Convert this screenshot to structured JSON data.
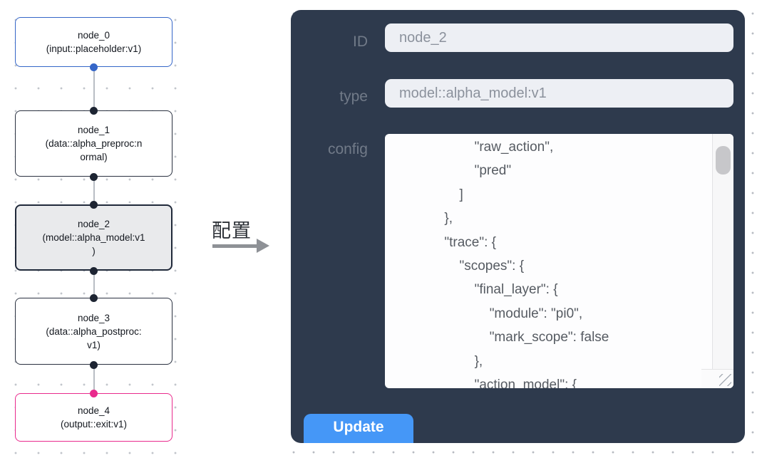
{
  "canvas": {
    "nodes": [
      {
        "title": "node_0",
        "lines": [
          "(input::placeholder:v1)"
        ],
        "kind": "input",
        "border_color": "#3566c8"
      },
      {
        "title": "node_1",
        "lines": [
          "(data::alpha_preproc:n",
          "ormal)"
        ],
        "kind": "data",
        "border_color": "#2a3140"
      },
      {
        "title": "node_2",
        "lines": [
          "(model::alpha_model:v1",
          ")"
        ],
        "kind": "model",
        "selected": true,
        "border_color": "#20293a",
        "bg_color": "#e9eaec"
      },
      {
        "title": "node_3",
        "lines": [
          "(data::alpha_postproc:",
          "v1)"
        ],
        "kind": "data",
        "border_color": "#2a3140"
      },
      {
        "title": "node_4",
        "lines": [
          "(output::exit:v1)"
        ],
        "kind": "output",
        "border_color": "#e92a8d"
      }
    ],
    "port_colors": {
      "default": "#1d2432",
      "input": "#3566c8",
      "output": "#e92a8d"
    }
  },
  "transfer": {
    "label": "配置"
  },
  "panel": {
    "bg_color": "#2e3a4d",
    "accent_color": "#4597f7",
    "fields": {
      "id": {
        "label": "ID",
        "value": "node_2"
      },
      "type": {
        "label": "type",
        "value": "model::alpha_model:v1"
      },
      "config": {
        "label": "config"
      }
    },
    "config_text": "                    \"raw_action\",\n                    \"pred\"\n                ]\n            },\n            \"trace\": {\n                \"scopes\": {\n                    \"final_layer\": {\n                        \"module\": \"pi0\",\n                        \"mark_scope\": false\n                    },\n                    \"action_model\": {",
    "update_label": "Update"
  }
}
